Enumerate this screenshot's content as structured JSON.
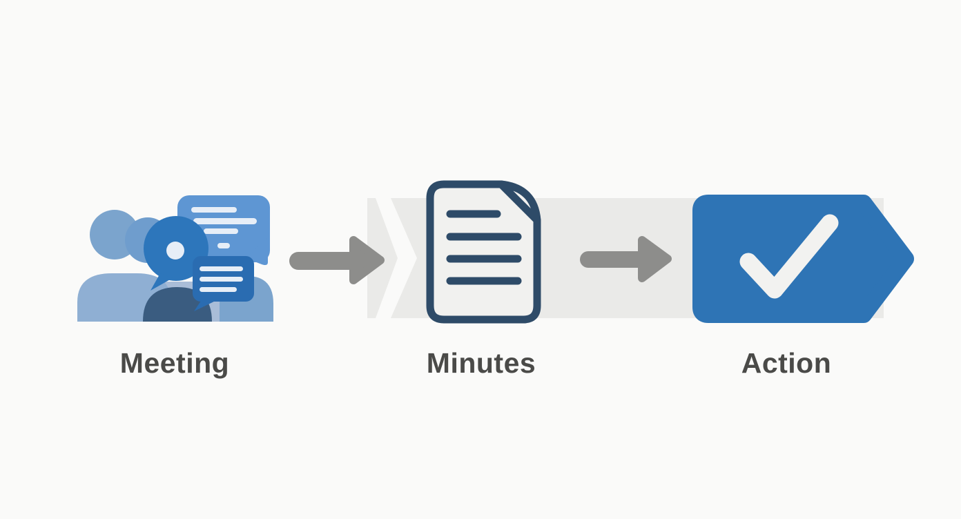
{
  "diagram": {
    "title": "Meeting to Minutes to Action process flow",
    "steps": [
      {
        "label": "Meeting",
        "icon": "people-discussion-icon"
      },
      {
        "label": "Minutes",
        "icon": "document-icon"
      },
      {
        "label": "Action",
        "icon": "checkmark-icon"
      }
    ],
    "connectors": [
      {
        "icon": "arrow-right-icon"
      },
      {
        "icon": "arrow-right-icon"
      }
    ],
    "colors": {
      "background": "#fafaf9",
      "band": "#eaeae8",
      "arrow": "#8d8d8b",
      "label": "#4a4a48",
      "accent_blue": "#2e74b5",
      "navy_outline": "#2e4b68",
      "doc_fill": "#f1f1ef",
      "check_white": "#f2f2f0",
      "bubble_light_blue": "#5e96d3",
      "bubble_mid_blue": "#2d76bb",
      "bubble_dark_blue": "#2a6cb1",
      "bubble_line_white": "#e7eef7",
      "person_steel_blue": "#7ba4cd",
      "person_steel_blue_2": "#6f9dcd",
      "person_body_blue": "#8fafd3",
      "person_body_blue_light": "#a9bdd8",
      "person_dark_head": "#3a5c80"
    }
  }
}
